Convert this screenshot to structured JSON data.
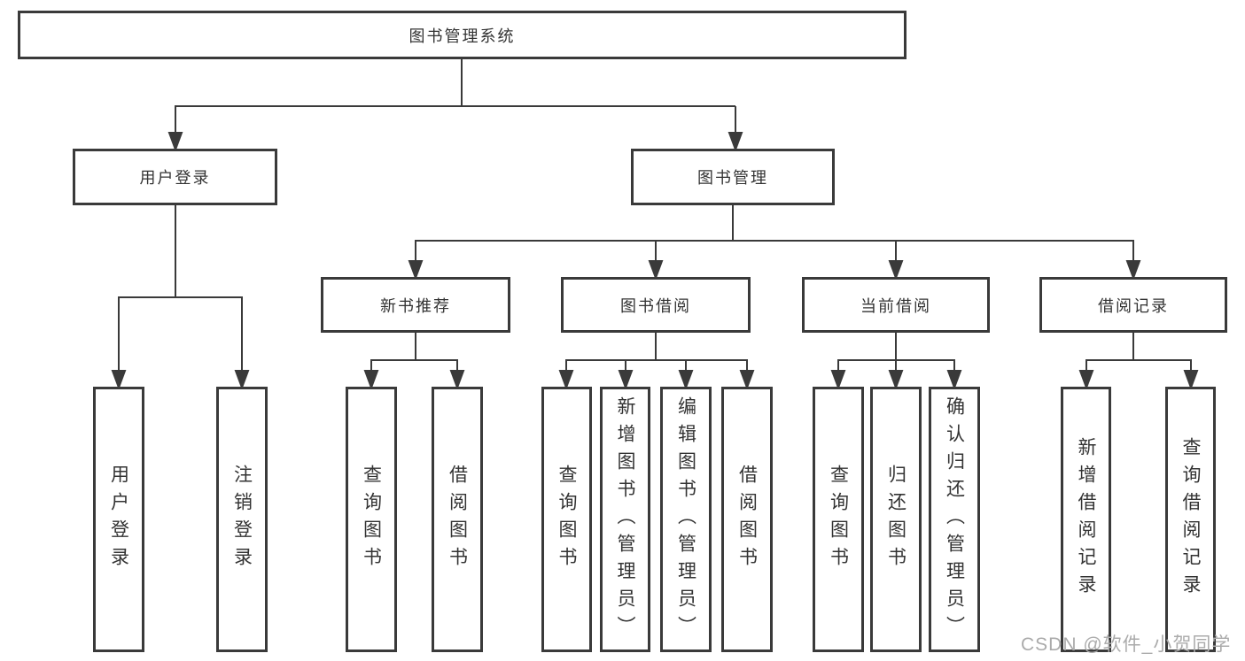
{
  "tree": {
    "root": {
      "label": "图书管理系统",
      "children": {
        "user_login": {
          "label": "用户登录",
          "children": {
            "login": {
              "label": "用户登录"
            },
            "logout": {
              "label": "注销登录"
            }
          }
        },
        "book_mgmt": {
          "label": "图书管理",
          "children": {
            "new_book_rec": {
              "label": "新书推荐",
              "children": {
                "query_books": {
                  "label": "查询图书"
                },
                "borrow_books": {
                  "label": "借阅图书"
                }
              }
            },
            "book_borrow": {
              "label": "图书借阅",
              "children": {
                "query_books": {
                  "label": "查询图书"
                },
                "add_books": {
                  "label": "新增图书（管理员）"
                },
                "edit_books": {
                  "label": "编辑图书（管理员）"
                },
                "borrow_books": {
                  "label": "借阅图书"
                }
              }
            },
            "current_borrow": {
              "label": "当前借阅",
              "children": {
                "query_books": {
                  "label": "查询图书"
                },
                "return_books": {
                  "label": "归还图书"
                },
                "confirm_return": {
                  "label": "确认归还（管理员）"
                }
              }
            },
            "borrow_records": {
              "label": "借阅记录",
              "children": {
                "add_record": {
                  "label": "新增借阅记录"
                },
                "query_record": {
                  "label": "查询借阅记录"
                }
              }
            }
          }
        }
      }
    }
  },
  "watermark": "CSDN @软件_小贺同学",
  "colors": {
    "line": "#3a3a3a",
    "text": "#333333",
    "watermark": "#ababab",
    "background": "#ffffff"
  }
}
